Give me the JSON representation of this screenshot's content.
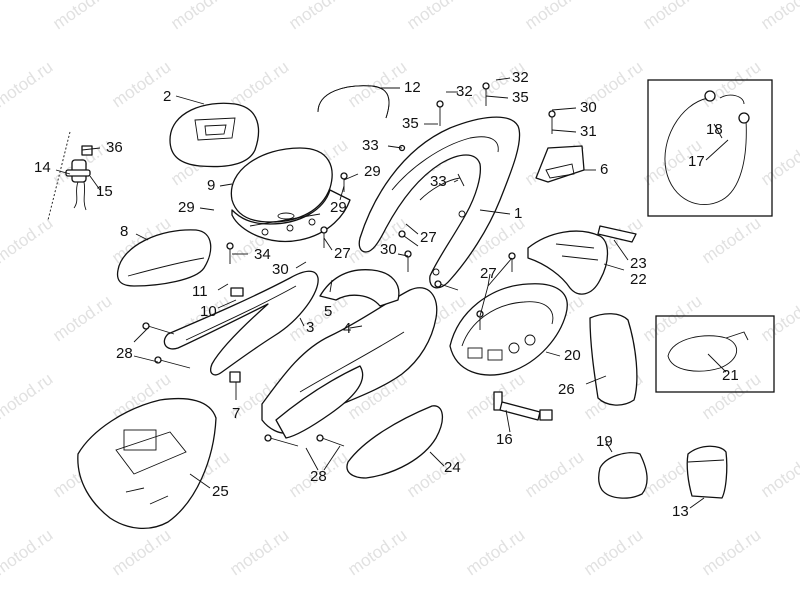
{
  "watermark": "motod.ru",
  "callouts": {
    "c1": "1",
    "c2": "2",
    "c3": "3",
    "c4": "4",
    "c5": "5",
    "c6": "6",
    "c7": "7",
    "c8": "8",
    "c9": "9",
    "c10": "10",
    "c11": "11",
    "c12": "12",
    "c13": "13",
    "c14": "14",
    "c15": "15",
    "c16": "16",
    "c17": "17",
    "c18": "18",
    "c19": "19",
    "c20": "20",
    "c21": "21",
    "c22": "22",
    "c23": "23",
    "c24": "24",
    "c25": "25",
    "c26": "26",
    "c27a": "27",
    "c27b": "27",
    "c27c": "27",
    "c28a": "28",
    "c28b": "28",
    "c29a": "29",
    "c29b": "29",
    "c29c": "29",
    "c30a": "30",
    "c30b": "30",
    "c30c": "30",
    "c31": "31",
    "c32a": "32",
    "c32b": "32",
    "c33a": "33",
    "c33b": "33",
    "c34": "34",
    "c35a": "35",
    "c35b": "35",
    "c36": "36"
  }
}
